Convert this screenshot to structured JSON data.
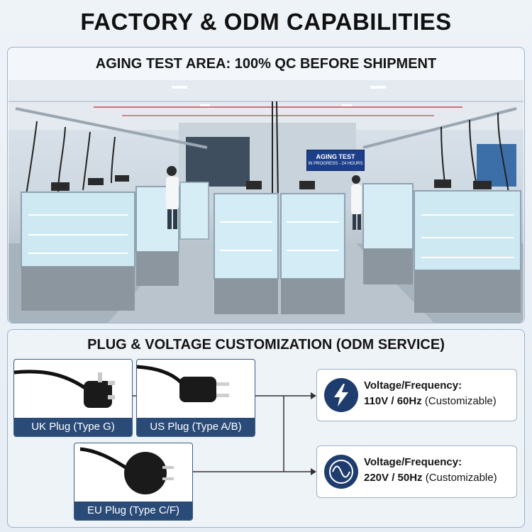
{
  "page_title": "FACTORY & ODM CAPABILITIES",
  "aging_section": {
    "heading": "AGING TEST AREA: 100% QC BEFORE SHIPMENT",
    "sign_line1": "AGING TEST",
    "sign_line2": "IN PROGRESS - 24 HOURS"
  },
  "plug_section": {
    "heading": "PLUG & VOLTAGE CUSTOMIZATION (ODM SERVICE)",
    "plugs": [
      {
        "label": "UK Plug (Type G)",
        "icon": "uk-plug-icon"
      },
      {
        "label": "US Plug (Type A/B)",
        "icon": "us-plug-icon"
      },
      {
        "label": "EU Plug (Type C/F)",
        "icon": "eu-plug-icon"
      }
    ],
    "voltages": [
      {
        "label": "Voltage/Frequency:",
        "value": "110V / 60Hz",
        "note": "(Customizable)",
        "icon": "lightning-bolt-icon"
      },
      {
        "label": "Voltage/Frequency:",
        "value": "220V / 50Hz",
        "note": "(Customizable)",
        "icon": "sine-wave-icon"
      }
    ]
  },
  "colors": {
    "accent_navy": "#2a4b78",
    "icon_bg": "#1e3d6e",
    "panel_border": "#9fb2c6"
  }
}
